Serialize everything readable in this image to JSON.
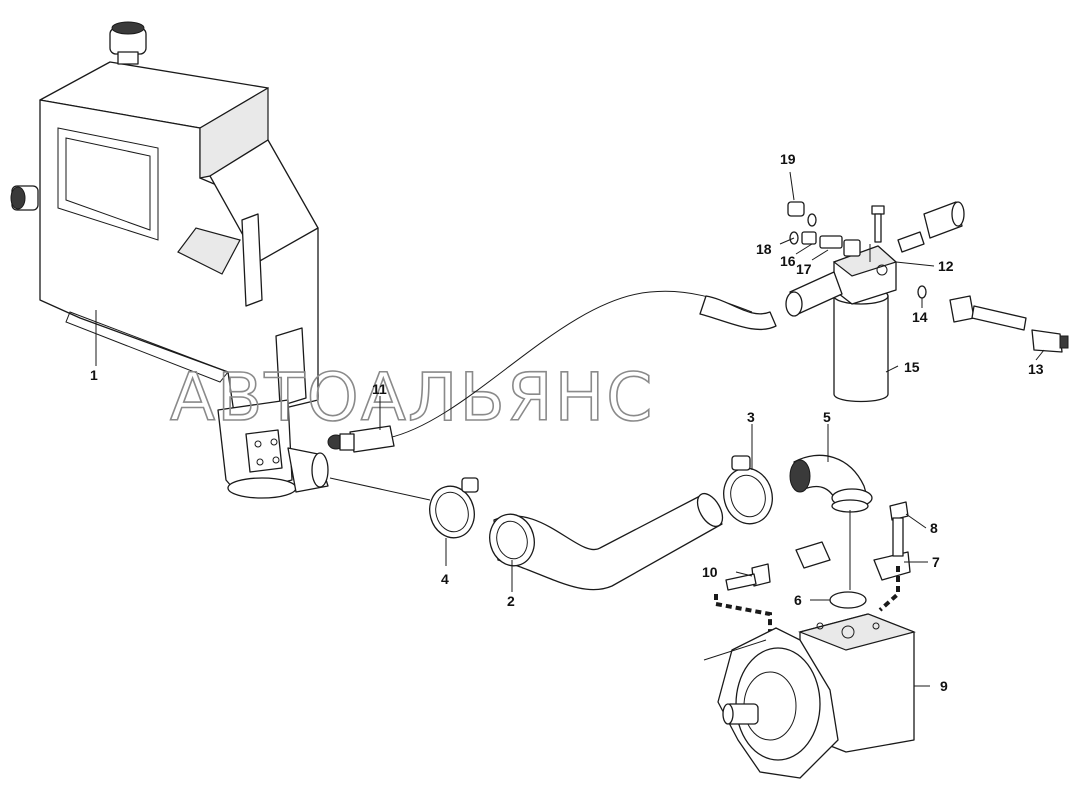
{
  "watermark": "АВТОАЛЬЯНС",
  "callouts": {
    "c1": "1",
    "c2": "2",
    "c3": "3",
    "c4": "4",
    "c5": "5",
    "c6": "6",
    "c7": "7",
    "c8": "8",
    "c9": "9",
    "c10": "10",
    "c11": "11",
    "c12": "12",
    "c13": "13",
    "c14": "14",
    "c15": "15",
    "c16": "16",
    "c17": "17",
    "c18": "18",
    "c19": "19"
  }
}
